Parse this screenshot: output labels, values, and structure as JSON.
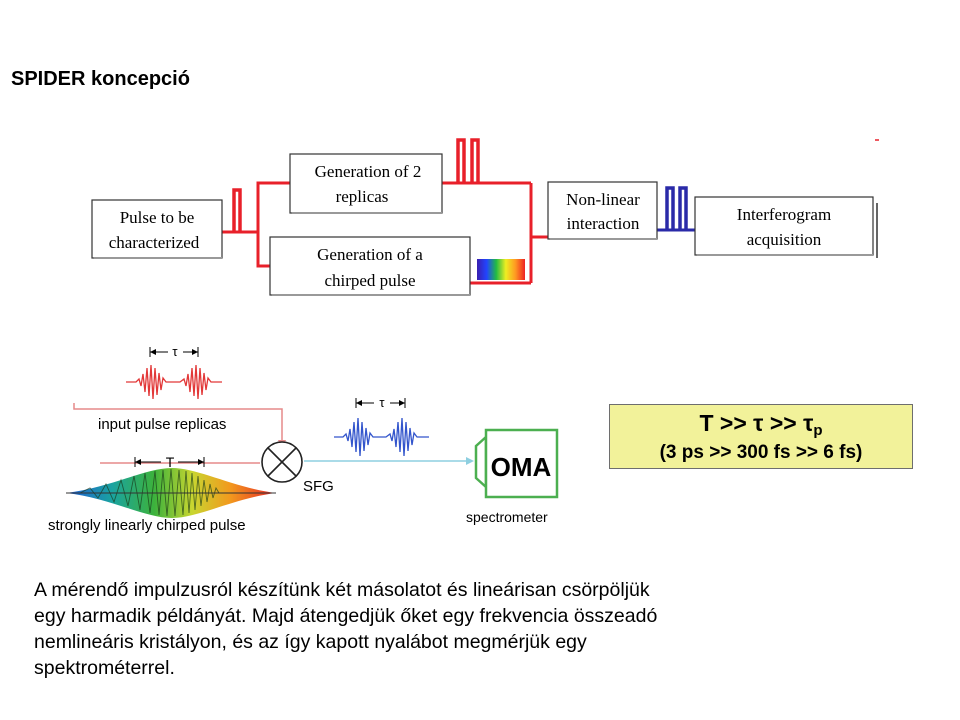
{
  "title": "SPIDER koncepció",
  "flow": {
    "pulse_box": [
      "Pulse to be",
      "characterized"
    ],
    "replicas_box": [
      "Generation of 2",
      "replicas"
    ],
    "chirped_box": [
      "Generation of a",
      "chirped pulse"
    ],
    "nonlinear_box": [
      "Non-linear",
      "interaction"
    ],
    "interferogram_box": [
      "Interferogram",
      "acquisition"
    ]
  },
  "schematic": {
    "tau_label": "τ",
    "replicas_label": "input pulse replicas",
    "big_t_label": "T",
    "chirped_label": "strongly linearly chirped pulse",
    "sfg_label": "SFG",
    "output_tau_label": "τ",
    "oma_label": "OMA",
    "spectrometer_label": "spectrometer"
  },
  "formula": {
    "line1_main": "T >> τ >> τ",
    "line1_sub": "p",
    "line2": "(3 ps >> 300 fs >> 6 fs)"
  },
  "description": [
    "A mérendő impulzusról készítünk két másolatot és lineárisan csörpöljük",
    "egy harmadik példányát. Majd átengedjük őket egy frekvencia összeadó",
    "nemlineáris kristályon, és az így kapott nyalábot megmérjük egy",
    "spektrométerrel."
  ],
  "colors": {
    "beam_red": "#e8202a",
    "beam_blue": "#2a2aa8",
    "wave_blue": "#3355cc",
    "oma_green": "#4caf50",
    "formula_bg": "#f2f29a"
  }
}
